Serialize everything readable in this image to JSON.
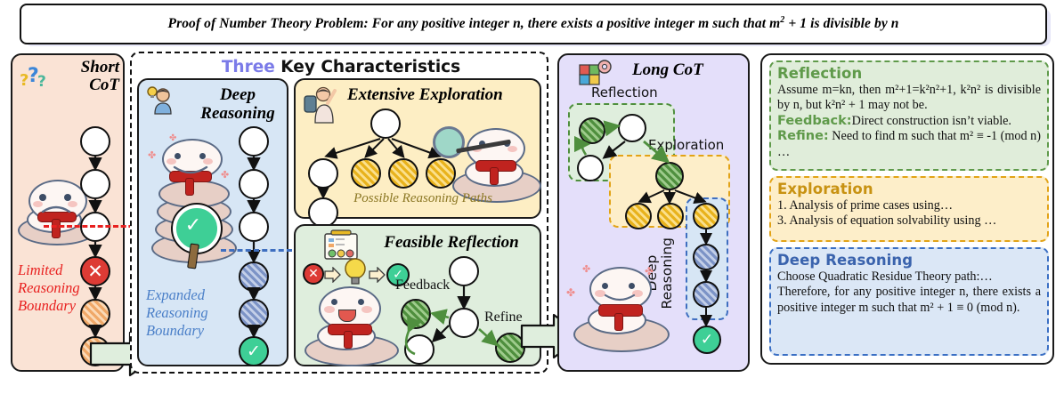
{
  "title": {
    "prefix": "Proof of Number Theory Problem: For any positive integer n, there exists a positive integer m such that m",
    "sup": "2",
    "suffix": " + 1 is divisible by n"
  },
  "short_cot": {
    "title": "Short CoT",
    "icon": "question-marks-icon",
    "boundary_label": "Limited Reasoning Boundary",
    "boundary_color": "#e8201f",
    "bg_color": "#fae3d5"
  },
  "three_key": {
    "heading_accent": "Three",
    "heading_rest": " Key Characteristics",
    "accent_color": "#7b7be8"
  },
  "deep_reasoning": {
    "title": "Deep Reasoning",
    "icon": "idea-person-icon",
    "boundary_label": "Expanded Reasoning Boundary",
    "boundary_color": "#4a7fc8",
    "bg_color": "#d7e6f5"
  },
  "extensive": {
    "title": "Extensive Exploration",
    "icon": "explorer-icon",
    "caption": "Possible Reasoning Paths",
    "caption_color": "#8b7724",
    "bg_color": "#fdeec4"
  },
  "feasible": {
    "title": "Feasible Reflection",
    "icon": "checklist-icon",
    "feedback_label": "Feedback",
    "refine_label": "Refine",
    "bg_color": "#dfeedd"
  },
  "long_cot": {
    "title": "Long CoT",
    "icon": "puzzle-gear-icon",
    "bg_color": "#e4dffa",
    "regions": [
      {
        "label": "Reflection",
        "color": "#4f8f3e"
      },
      {
        "label": "Exploration",
        "color": "#e2a317"
      },
      {
        "label": "Deep\nReasoning",
        "color": "#3f6fc0"
      }
    ],
    "region_deep_line1": "Deep",
    "region_deep_line2": "Reasoning"
  },
  "right_panel": {
    "boxes": [
      {
        "heading": "Reflection",
        "color": "#5f9a4a",
        "lines": [
          {
            "label": "",
            "text": "Assume m=kn, then m²+1=k²n²+1, k²n² is divisible by n, but k²n² + 1 may not be."
          },
          {
            "label": "Feedback:",
            "text": "Direct construction isn’t viable."
          },
          {
            "label": "Refine:",
            "text": " Need to find m such that m² ≡ -1 (mod n) …"
          }
        ]
      },
      {
        "heading": "Exploration",
        "color": "#c89212",
        "lines": [
          {
            "label": "",
            "text": "1. Analysis of prime cases using…"
          },
          {
            "label": "",
            "text": "3. Analysis of equation solvability using …"
          }
        ]
      },
      {
        "heading": "Deep Reasoning",
        "color": "#3a63ad",
        "lines": [
          {
            "label": "",
            "text": "Choose Quadratic Residue Theory path:…"
          },
          {
            "label": "",
            "text": "Therefore, for any positive integer n, there exists a positive integer m such that m² + 1 ≡ 0 (mod n)."
          }
        ]
      }
    ]
  },
  "icons": {
    "cross": "✕",
    "check": "✓"
  }
}
